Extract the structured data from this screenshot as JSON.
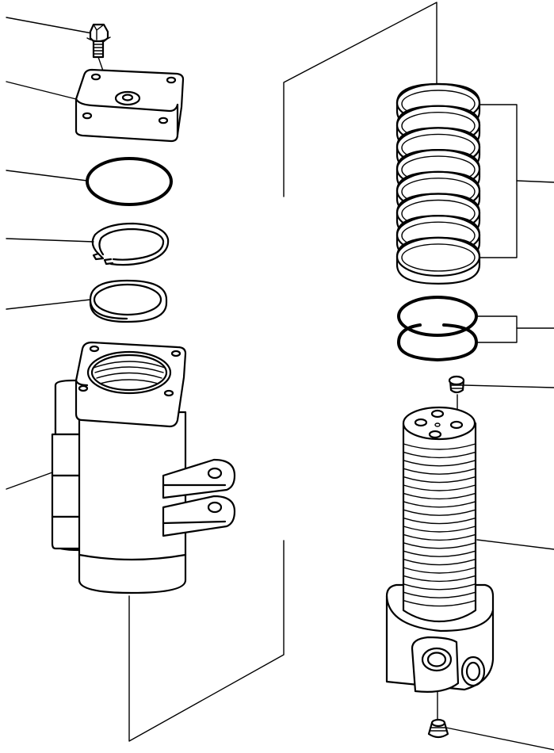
{
  "diagram": {
    "type": "exploded-parts-view",
    "parts_left": [
      "bolt",
      "cover-plate",
      "o-ring",
      "snap-ring",
      "ring",
      "swivel-body"
    ],
    "parts_right": [
      "seal-rings",
      "o-rings",
      "plug",
      "swivel-shaft",
      "plug"
    ]
  }
}
